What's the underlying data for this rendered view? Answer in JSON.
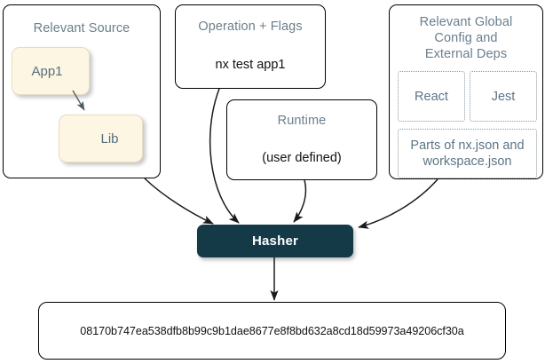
{
  "diagram": {
    "groups": {
      "relevant_source": {
        "title": "Relevant Source",
        "nodes": [
          {
            "label": "App1"
          },
          {
            "label": "Lib"
          }
        ]
      },
      "operation": {
        "title": "Operation + Flags",
        "command": "nx test app1"
      },
      "runtime": {
        "title": "Runtime",
        "value": "(user defined)"
      },
      "global_config": {
        "title": "Relevant Global Config and External Deps",
        "title_lines": [
          "Relevant Global",
          "Config and",
          "External Deps"
        ],
        "items": [
          {
            "label": "React"
          },
          {
            "label": "Jest"
          },
          {
            "label": "Parts of nx.json and workspace.json"
          }
        ]
      }
    },
    "hasher": {
      "label": "Hasher"
    },
    "output": {
      "hash": "08170b747ea538dfb8b99c9b1dae8677e8f8bd632a8cd18d59973a49206cf30a"
    },
    "colors": {
      "hasher_fill": "#143a47",
      "hasher_text": "#ffffff",
      "node_fill": "#fdf6e3",
      "node_text": "#55707f",
      "group_title": "#6b7f8c",
      "body_text": "#111111",
      "edge": "#1a1a1a",
      "dotted_border": "#8a9aa5"
    }
  }
}
